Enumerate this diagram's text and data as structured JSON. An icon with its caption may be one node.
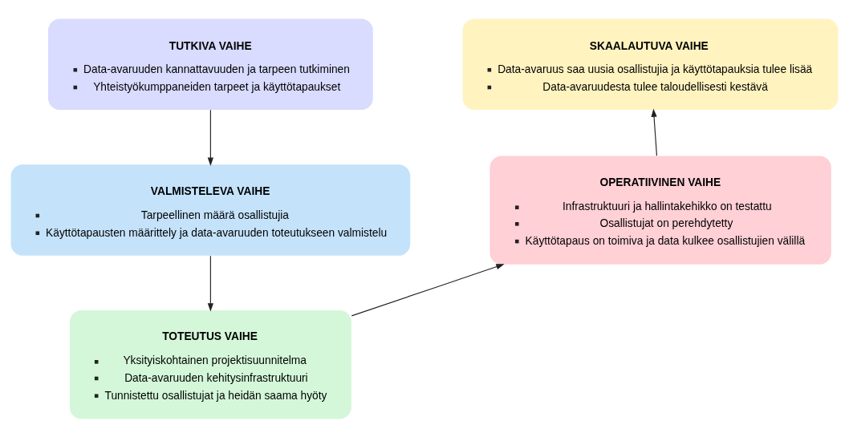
{
  "diagram": {
    "nodes": [
      {
        "text": [
          "TUTKIVA VAIHE",
          "Data-avaruuden kannattavuuden ja tarpeen tutkiminen",
          "Yhteistyökumppaneiden tarpeet ja käyttötapaukset"
        ]
      },
      {
        "text": [
          "VALMISTELEVA VAIHE",
          "Tarpeellinen määrä osallistujia",
          "Käyttötapausten määrittely ja data-avaruuden toteutukseen valmistelu"
        ]
      },
      {
        "text": [
          "TOTEUTUS VAIHE",
          "Yksityiskohtainen projektisuunnitelma",
          "Data-avaruuden kehitysinfrastruktuuri",
          "Tunnistettu osallistujat ja heidän saama hyöty"
        ]
      },
      {
        "text": [
          "OPERATIIVINEN VAIHE",
          "Infrastruktuuri ja hallintakehikko on testattu",
          "Osallistujat on perehdytetty",
          "Käyttötapaus on toimiva ja data kulkee osallistujien välillä"
        ]
      },
      {
        "text": [
          "SKAALAUTUVA VAIHE",
          "Data-avaruus saa uusia osallistujia ja käyttötapauksia tulee lisää",
          "Data-avaruudesta tulee taloudellisesti kestävä"
        ]
      }
    ],
    "edges": [
      {
        "from": 0,
        "to": 1,
        "arrow": "to"
      },
      {
        "from": 1,
        "to": 2,
        "arrow": "to"
      },
      {
        "from": 2,
        "to": 3,
        "arrow": "to"
      },
      {
        "from": 3,
        "to": 4,
        "arrow": "to"
      }
    ]
  }
}
